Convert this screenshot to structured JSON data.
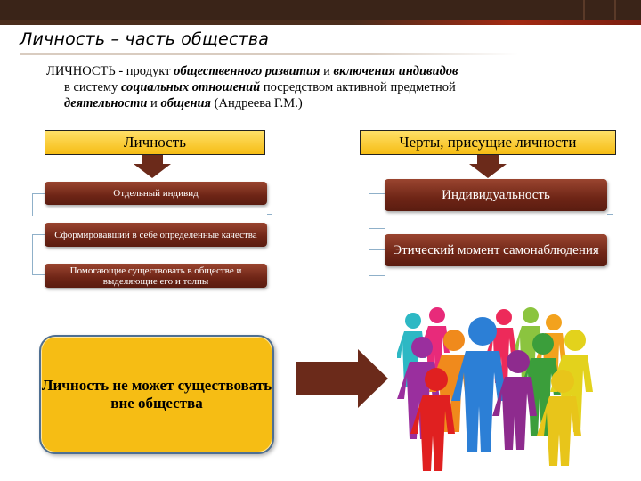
{
  "slide": {
    "title": "Личность – часть общества",
    "definition": {
      "line1_a": "ЛИЧНОСТЬ",
      "line1_b": " - продукт ",
      "line1_c": "общественного развития",
      "line1_d": " и ",
      "line1_e": "включения индивидов",
      "line2_a": "в систему ",
      "line2_b": "социальных отношений",
      "line2_c": " посредством активной предметной",
      "line3_a": "деятельности",
      "line3_b": " и ",
      "line3_c": "общения",
      "line3_d": " (Андреева Г.М.)"
    },
    "left_header": "Личность",
    "right_header": "Черты, присущие личности",
    "left_items": [
      "Отдельный индивид",
      "Сформировавший в себе определенные качества",
      "Помогающие существовать в обществе и выделяющие его и толпы"
    ],
    "right_items": [
      "Индивидуальность",
      "Этический момент самонаблюдения"
    ],
    "conclusion": "Личность не может существовать вне общества",
    "image": "people-crowd-illustration",
    "colors": {
      "header_fill": "#f6bd14",
      "item_fill": "#6e2516",
      "arrow_fill": "#6b2a1a",
      "topbar": "#3a2418",
      "accent": "#a32a12"
    }
  }
}
